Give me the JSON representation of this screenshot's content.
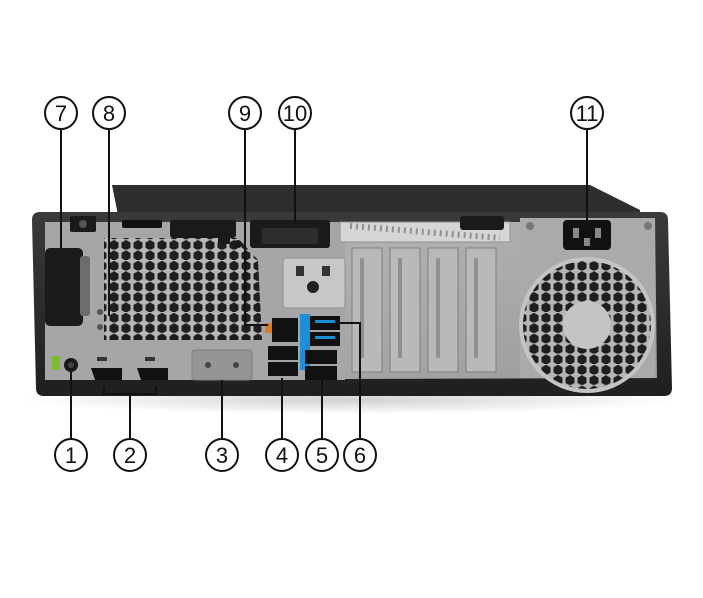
{
  "figure": {
    "subject": "desktop-pc-rear-panel",
    "callouts": [
      {
        "id": "c1",
        "label": "1"
      },
      {
        "id": "c2",
        "label": "2"
      },
      {
        "id": "c3",
        "label": "3"
      },
      {
        "id": "c4",
        "label": "4"
      },
      {
        "id": "c5",
        "label": "5"
      },
      {
        "id": "c6",
        "label": "6"
      },
      {
        "id": "c7",
        "label": "7"
      },
      {
        "id": "c8",
        "label": "8"
      },
      {
        "id": "c9",
        "label": "9"
      },
      {
        "id": "c10",
        "label": "10"
      },
      {
        "id": "c11",
        "label": "11"
      }
    ],
    "colors": {
      "chassis": "#2b2b2d",
      "panel": "#a9abad",
      "usb_blue": "#1d8fd6",
      "rj45_orange": "#e07a1f",
      "audio_green": "#7dbb2f"
    }
  }
}
